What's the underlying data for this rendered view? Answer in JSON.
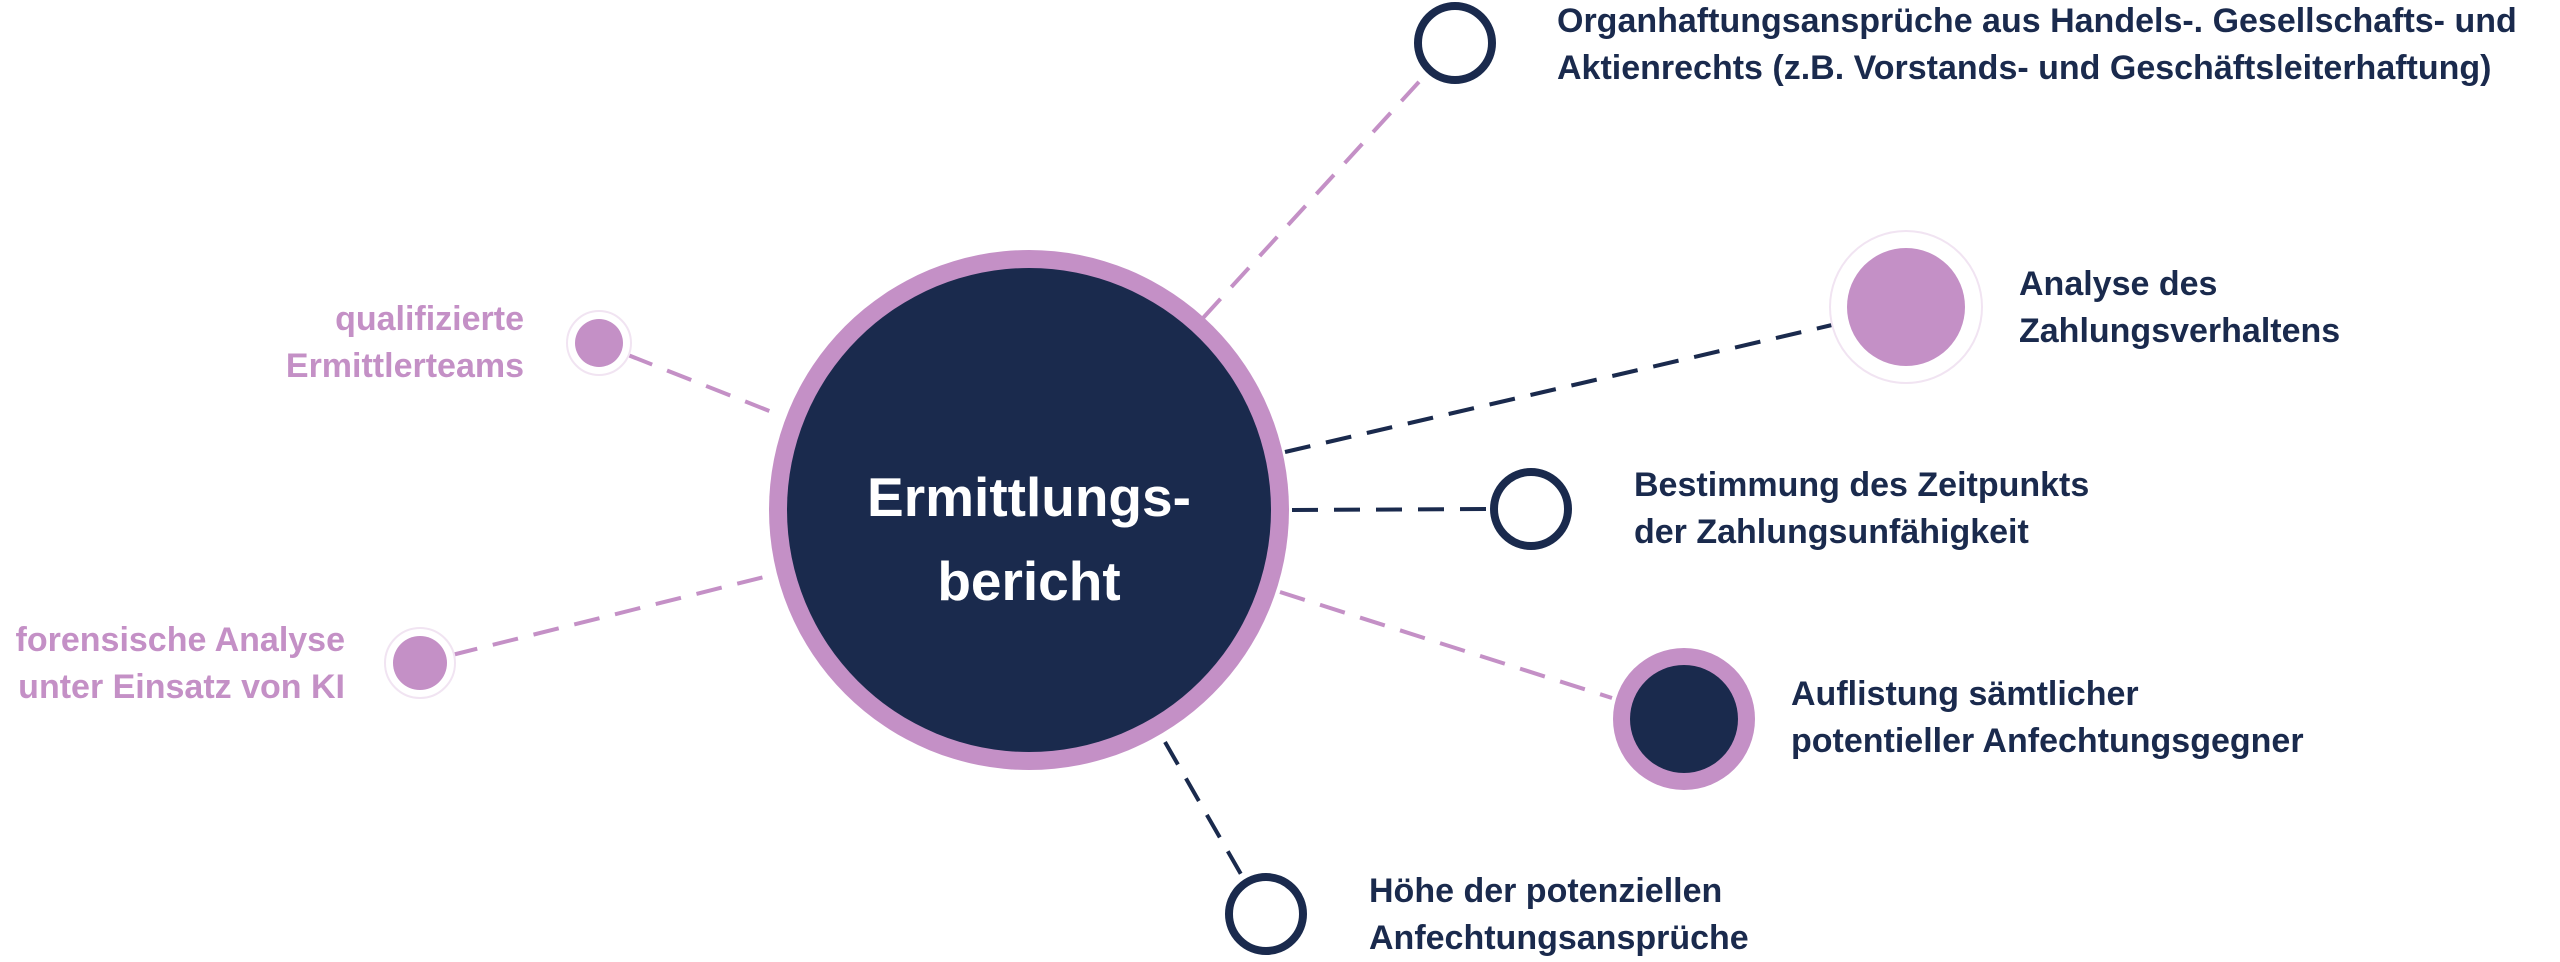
{
  "center": {
    "line1": "Ermittlungs-",
    "line2": "bericht"
  },
  "nodes": {
    "organhaftung": {
      "line1": "Organhaftungsansprüche aus Handels-. Gesellschafts- und",
      "line2": "Aktienrechts (z.B. Vorstands- und Geschäftsleiterhaftung)"
    },
    "zahlungsverhalten": {
      "line1": "Analyse des",
      "line2": "Zahlungsverhaltens"
    },
    "zeitpunkt": {
      "line1": "Bestimmung des Zeitpunkts",
      "line2": "der Zahlungsunfähigkeit"
    },
    "anfechtungsgegner": {
      "line1": "Auflistung sämtlicher",
      "line2": "potentieller Anfechtungsgegner"
    },
    "anfechtungsansprueche": {
      "line1": "Höhe der potenziellen",
      "line2": "Anfechtungsansprüche"
    },
    "ermittlerteams": {
      "line1": "qualifizierte",
      "line2": "Ermittlerteams"
    },
    "forensik": {
      "line1": "forensische Analyse",
      "line2": "unter Einsatz von KI"
    }
  },
  "colors": {
    "navy": "#1a2a4d",
    "pink": "#c490c6",
    "white": "#ffffff"
  }
}
